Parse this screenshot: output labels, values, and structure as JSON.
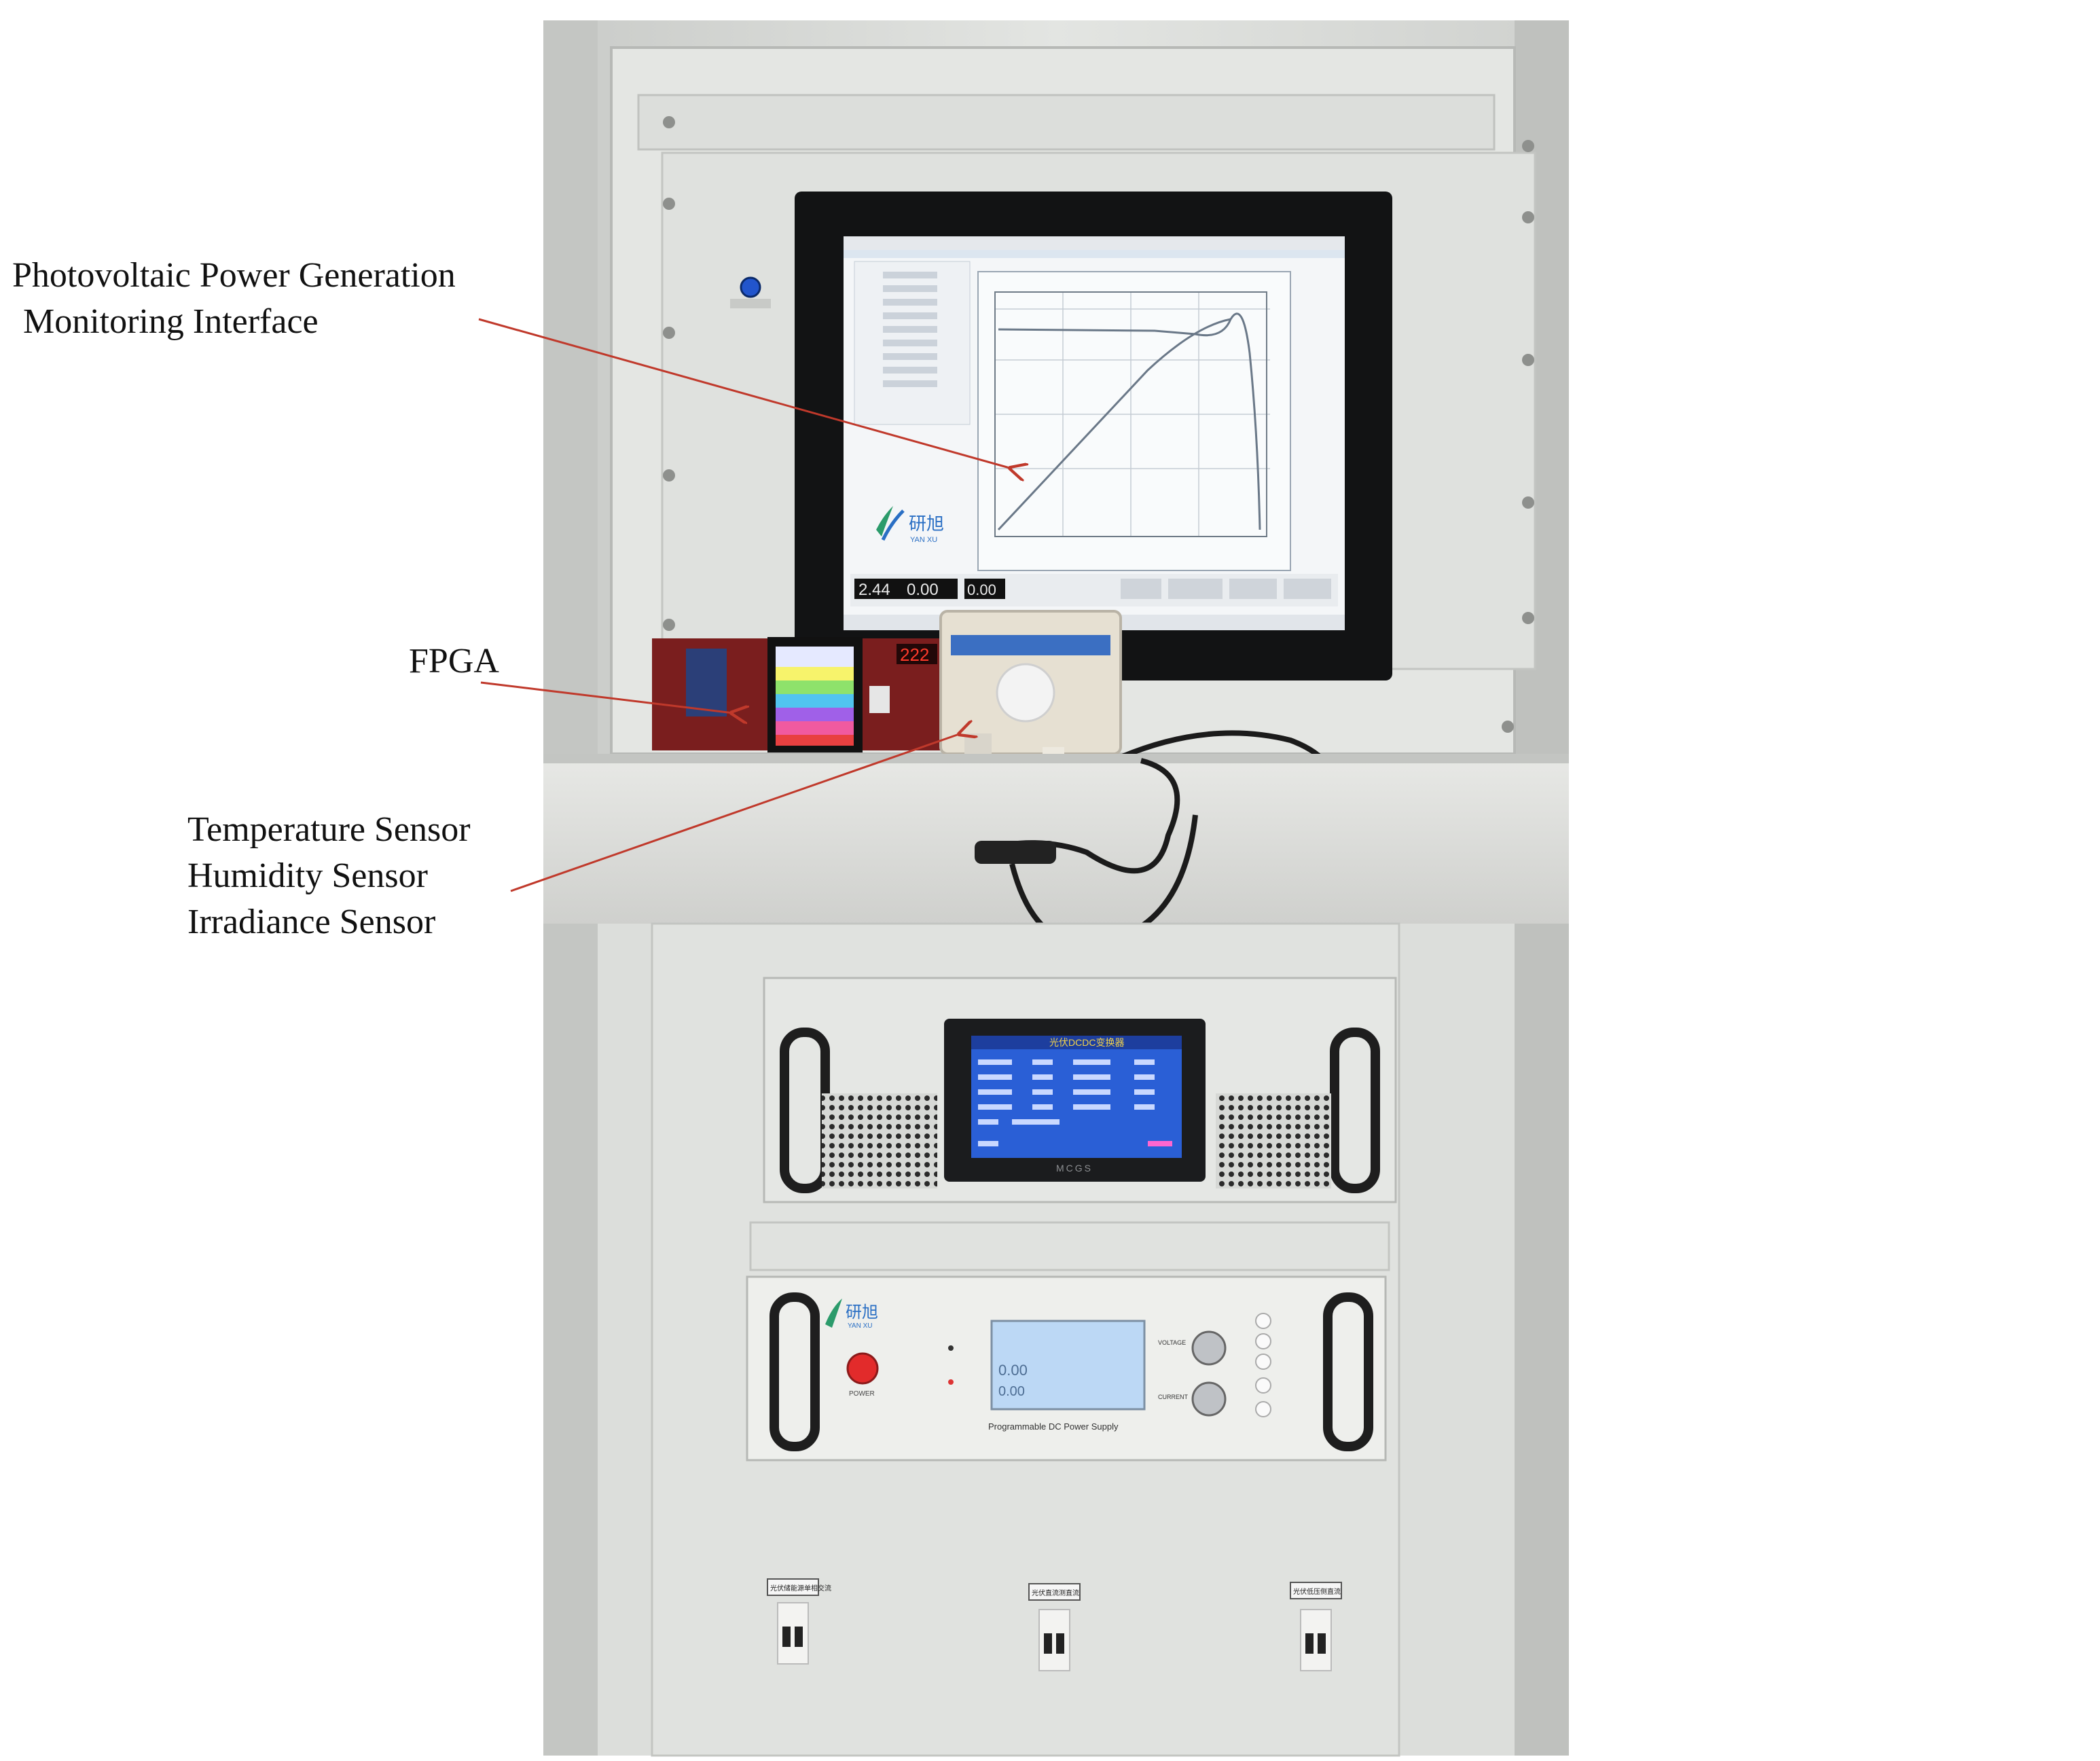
{
  "annotations": {
    "pv_line1": "Photovoltaic Power Generation",
    "pv_line2": "Monitoring Interface",
    "fpga": "FPGA",
    "sensor_line1": "Temperature Sensor",
    "sensor_line2": "Humidity Sensor",
    "sensor_line3": "Irradiance Sensor"
  },
  "monitor": {
    "logo_text": "研旭",
    "logo_sub": "YAN XU",
    "counter_1": "2.44",
    "counter_2": "0.00",
    "counter_3": "0.00"
  },
  "hmi": {
    "brand": "MCGS",
    "title": "光伏DCDC变换器"
  },
  "power_supply": {
    "brand": "研旭",
    "brand_sub": "YAN XU",
    "power_label": "POWER",
    "label": "Programmable DC Power Supply",
    "display_voltage": "0.00",
    "display_power": "0.00",
    "voltage_knob_label": "VOLTAGE",
    "current_knob_label": "CURRENT"
  },
  "fpga_board": {
    "display_digits": "222"
  },
  "breakers": [
    {
      "label": "光伏储能源单相交流"
    },
    {
      "label": "光伏直流测直流"
    },
    {
      "label": "光伏低压侧直流"
    }
  ],
  "colors": {
    "cabinet": "#d9dbd8",
    "arrow": "#c0392b",
    "hmi_screen": "#2a5fd6",
    "lcd_screen": "#bcd8f5",
    "power_button": "#e22b2b"
  }
}
